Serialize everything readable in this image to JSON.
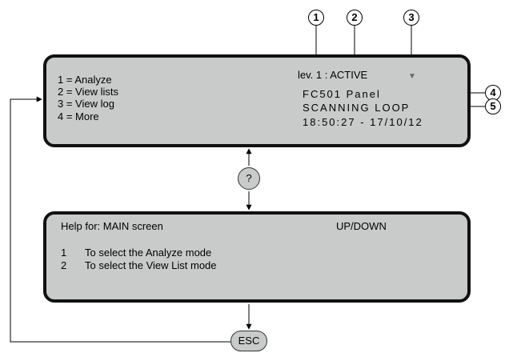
{
  "main_screen": {
    "menu": [
      {
        "label": "1 = Analyze"
      },
      {
        "label": "2 = View lists"
      },
      {
        "label": "3 = View log"
      },
      {
        "label": "4 = More"
      }
    ],
    "level_status": "lev. 1 :  ACTIVE",
    "panel_name": "FC501 Panel",
    "mode": "SCANNING LOOP",
    "datetime": "18:50:27 - 17/10/12"
  },
  "help_screen": {
    "title": "Help for: MAIN screen",
    "nav_hint": "UP/DOWN",
    "items": [
      {
        "num": "1",
        "text": "To select the Analyze mode"
      },
      {
        "num": "2",
        "text": "To select the View List mode"
      }
    ]
  },
  "buttons": {
    "help": "?",
    "esc": "ESC"
  },
  "callouts": [
    "1",
    "2",
    "3",
    "4",
    "5"
  ],
  "icons": {
    "status_indicator": "small-indicator-icon"
  }
}
